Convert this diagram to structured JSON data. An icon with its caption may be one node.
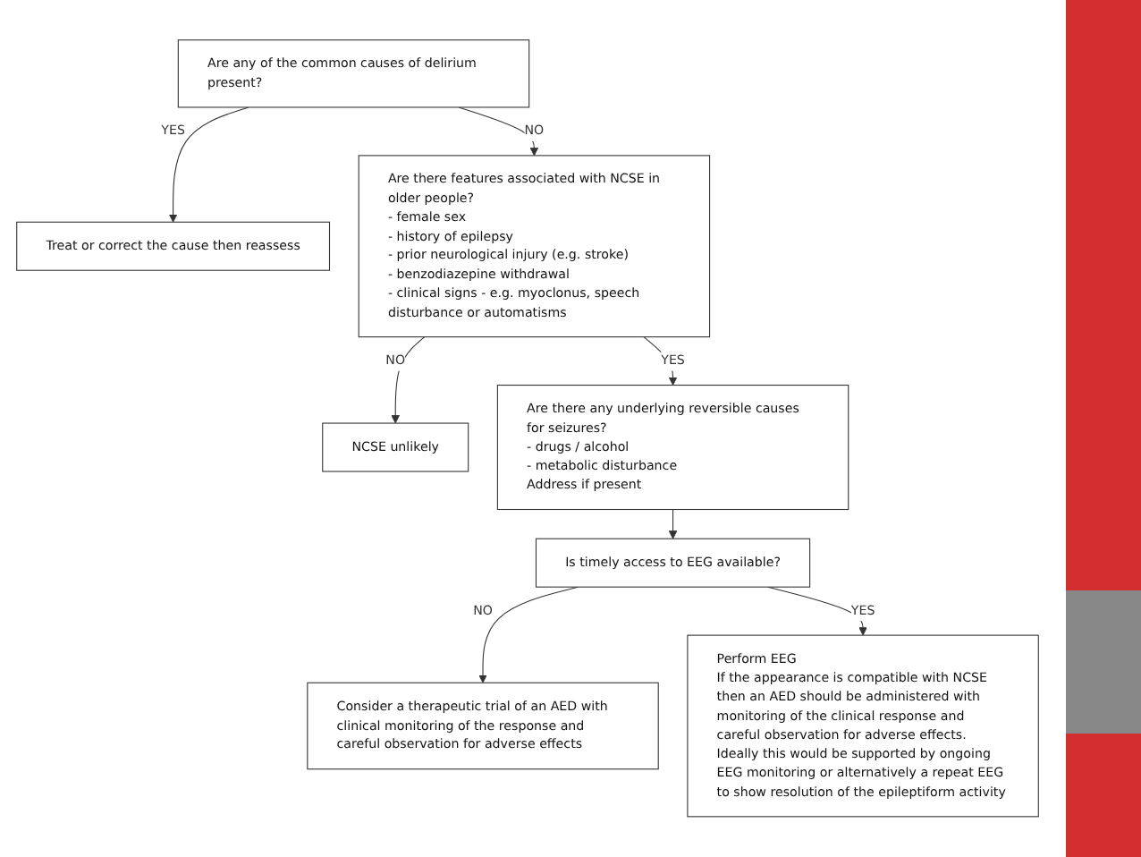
{
  "diagram": {
    "nodes": [
      {
        "text": [
          "Are any of the common causes of delirium present?"
        ]
      },
      {
        "text": [
          "Treat or correct the cause then reassess"
        ]
      },
      {
        "text": [
          "Are there features associated with NCSE in older people?",
          "- female sex",
          "- history of epilepsy",
          "- prior neurological injury (e.g. stroke)",
          "- benzodiazepine withdrawal",
          "- clinical signs - e.g. myoclonus, speech disturbance or automatisms"
        ]
      },
      {
        "text": [
          "NCSE unlikely"
        ]
      },
      {
        "text": [
          "Are there any underlying reversible causes for seizures?",
          "- drugs / alcohol",
          "- metabolic disturbance",
          "Address if present"
        ]
      },
      {
        "text": [
          "Is timely access to EEG available?"
        ]
      },
      {
        "text": [
          "Consider a therapeutic trial of an AED with clinical monitoring of the response and careful observation for adverse effects"
        ]
      },
      {
        "text": [
          "Perform EEG",
          "If the appearance is compatible with NCSE then an AED should be administered with monitoring of the clinical response and careful observation for adverse effects. Ideally this would be supported by ongoing EEG monitoring or alternatively a repeat EEG to show resolution of the epileptiform activity"
        ]
      }
    ],
    "edges": [
      {
        "from": 0,
        "to": 1,
        "arrow": "to",
        "label": "YES"
      },
      {
        "from": 0,
        "to": 2,
        "arrow": "to",
        "label": "NO"
      },
      {
        "from": 2,
        "to": 3,
        "arrow": "to",
        "label": "NO"
      },
      {
        "from": 2,
        "to": 4,
        "arrow": "to",
        "label": "YES"
      },
      {
        "from": 4,
        "to": 5,
        "arrow": "to"
      },
      {
        "from": 5,
        "to": 6,
        "arrow": "to",
        "label": "NO"
      },
      {
        "from": 5,
        "to": 7,
        "arrow": "to",
        "label": "YES"
      }
    ]
  }
}
